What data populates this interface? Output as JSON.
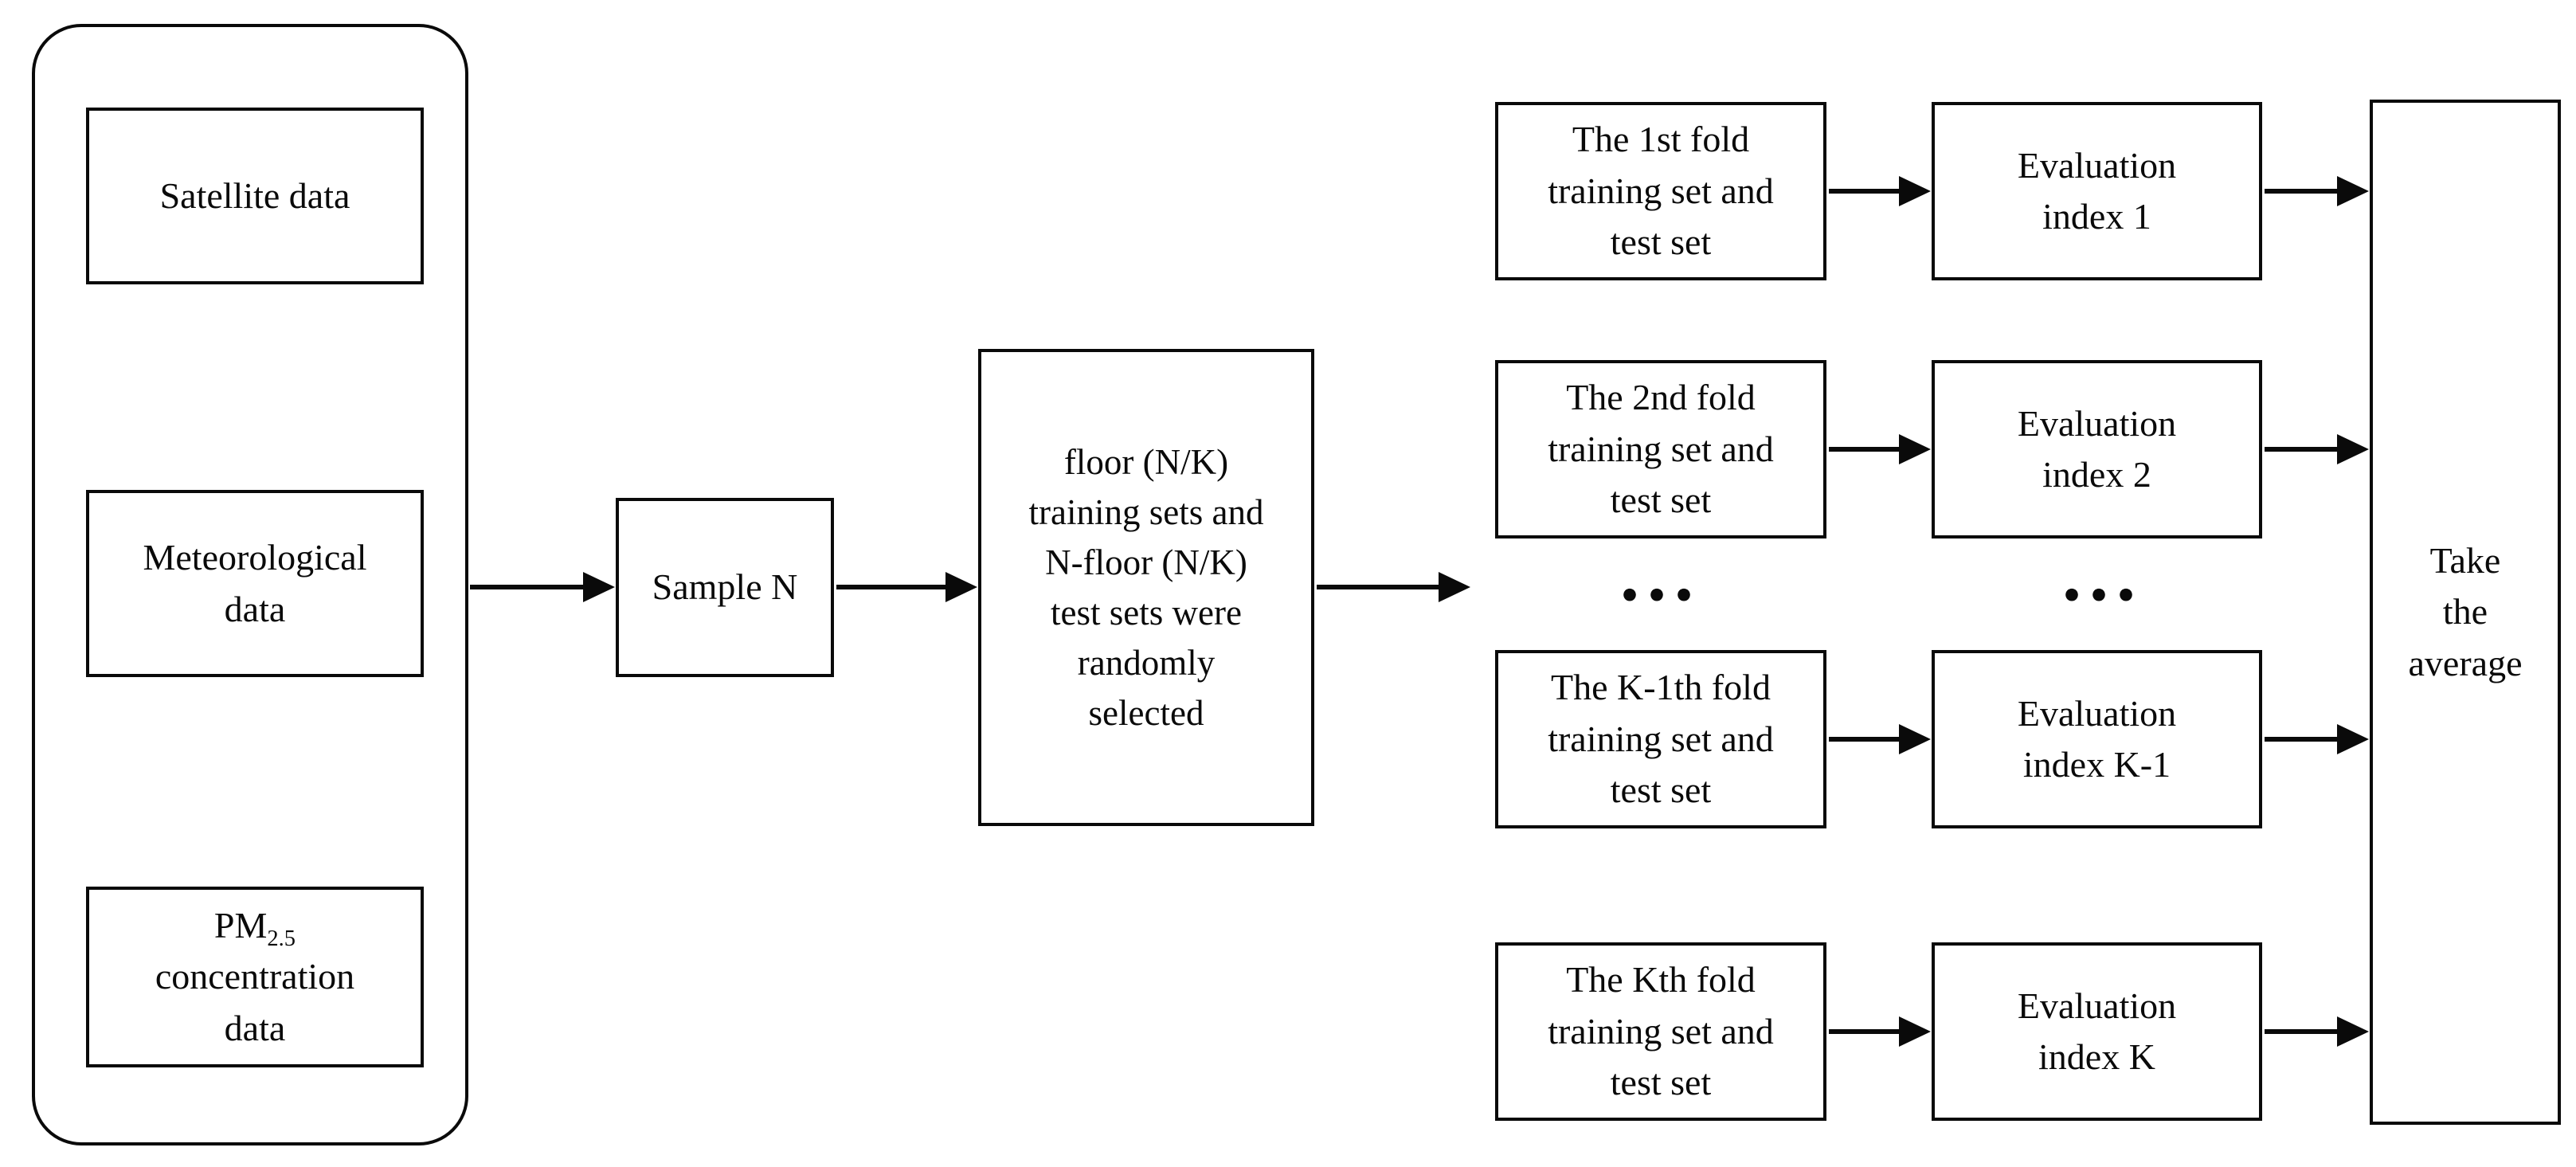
{
  "diagram": {
    "input_group": {
      "satellite_label": "Satellite data",
      "meteorological_label": "Meteorological\ndata",
      "pm_prefix": "PM",
      "pm_subscript": "2.5",
      "pm_suffix": "\nconcentration\ndata"
    },
    "sample_label": "Sample N",
    "split_label": "floor (N/K)\ntraining sets and\nN-floor (N/K)\ntest sets were\nrandomly\nselected",
    "folds": [
      {
        "label": "The 1st fold\ntraining set and\ntest set"
      },
      {
        "label": "The 2nd fold\ntraining set and\ntest set"
      },
      {
        "label": "The K-1th fold\ntraining set and\ntest set"
      },
      {
        "label": "The Kth fold\ntraining set and\ntest set"
      }
    ],
    "evaluations": [
      {
        "label": "Evaluation\nindex 1"
      },
      {
        "label": "Evaluation\nindex 2"
      },
      {
        "label": "Evaluation\nindex K-1"
      },
      {
        "label": "Evaluation\nindex K"
      }
    ],
    "folds_ellipsis": "...",
    "evals_ellipsis": "...",
    "average_label": "Take\nthe\naverage",
    "colors": {
      "line": "#0a0a0a",
      "background": "#ffffff"
    }
  }
}
